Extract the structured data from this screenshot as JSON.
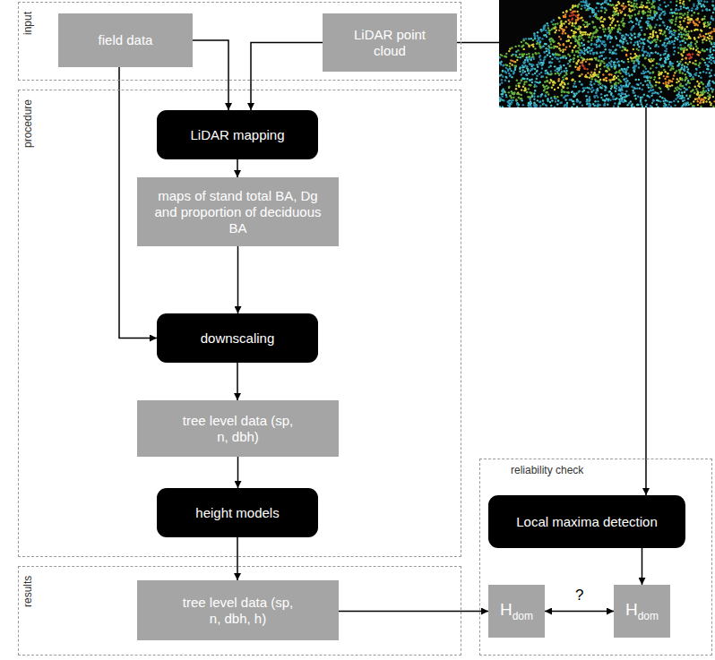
{
  "diagram": {
    "nodes": [
      {
        "text": [
          "input"
        ]
      },
      {
        "text": [
          "field data"
        ],
        "in": 0
      },
      {
        "text": [
          "LiDAR point cloud"
        ],
        "in": 0
      },
      {
        "text": [
          "procedure"
        ]
      },
      {
        "text": [
          "LiDAR mapping"
        ],
        "in": 3
      },
      {
        "text": [
          "maps of stand total BA, Dg and proportion of deciduous BA"
        ],
        "in": 3
      },
      {
        "text": [
          "downscaling"
        ],
        "in": 3
      },
      {
        "text": [
          "tree level data (sp, n, dbh)"
        ],
        "in": 3
      },
      {
        "text": [
          "height models"
        ],
        "in": 3
      },
      {
        "text": [
          "results"
        ]
      },
      {
        "text": [
          "tree level data (sp, n, dbh, h)"
        ],
        "in": 9
      },
      {
        "text": [
          "reliability check"
        ]
      },
      {
        "text": [
          "Local maxima detection"
        ],
        "in": 11
      },
      {
        "text": [
          "Hdom"
        ],
        "in": 11
      },
      {
        "text": [
          "Hdom"
        ],
        "in": 11
      }
    ],
    "edges": [
      {
        "from": 1,
        "to": 4,
        "arrow": "to"
      },
      {
        "from": 2,
        "to": 4,
        "arrow": "to"
      },
      {
        "from": 2,
        "to": 12,
        "arrow": "to"
      },
      {
        "from": 1,
        "to": 6,
        "arrow": "to"
      },
      {
        "from": 4,
        "to": 5,
        "arrow": "to"
      },
      {
        "from": 5,
        "to": 6,
        "arrow": "to"
      },
      {
        "from": 6,
        "to": 7,
        "arrow": "to"
      },
      {
        "from": 7,
        "to": 8,
        "arrow": "to"
      },
      {
        "from": 8,
        "to": 10,
        "arrow": "to"
      },
      {
        "from": 10,
        "to": 13,
        "arrow": "to"
      },
      {
        "from": 12,
        "to": 14,
        "arrow": "to"
      },
      {
        "from": 13,
        "to": 14,
        "label": "?",
        "arrow": "both"
      }
    ]
  }
}
